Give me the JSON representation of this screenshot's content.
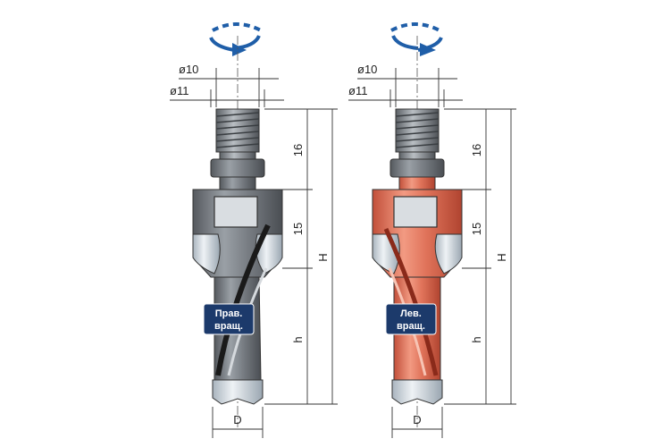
{
  "tools": [
    {
      "id": "right",
      "dims": {
        "d10": "ø10",
        "d11": "ø11",
        "seg1": "16",
        "seg2": "15",
        "total": "H",
        "cut": "h",
        "dia": "D"
      },
      "badge": [
        "Прав.",
        "вращ."
      ],
      "body_color": "#7a7f85",
      "rotation_direction": "clockwise"
    },
    {
      "id": "left",
      "dims": {
        "d10": "ø10",
        "d11": "ø11",
        "seg1": "16",
        "seg2": "15",
        "total": "H",
        "cut": "h",
        "dia": "D"
      },
      "badge": [
        "Лев.",
        "вращ."
      ],
      "body_color": "#e0735a",
      "rotation_direction": "counterclockwise"
    }
  ],
  "colors": {
    "arrow": "#1f5ea8",
    "badge": "#1c3a6b",
    "chrome": "#c9d3dc",
    "line": "#333333"
  }
}
